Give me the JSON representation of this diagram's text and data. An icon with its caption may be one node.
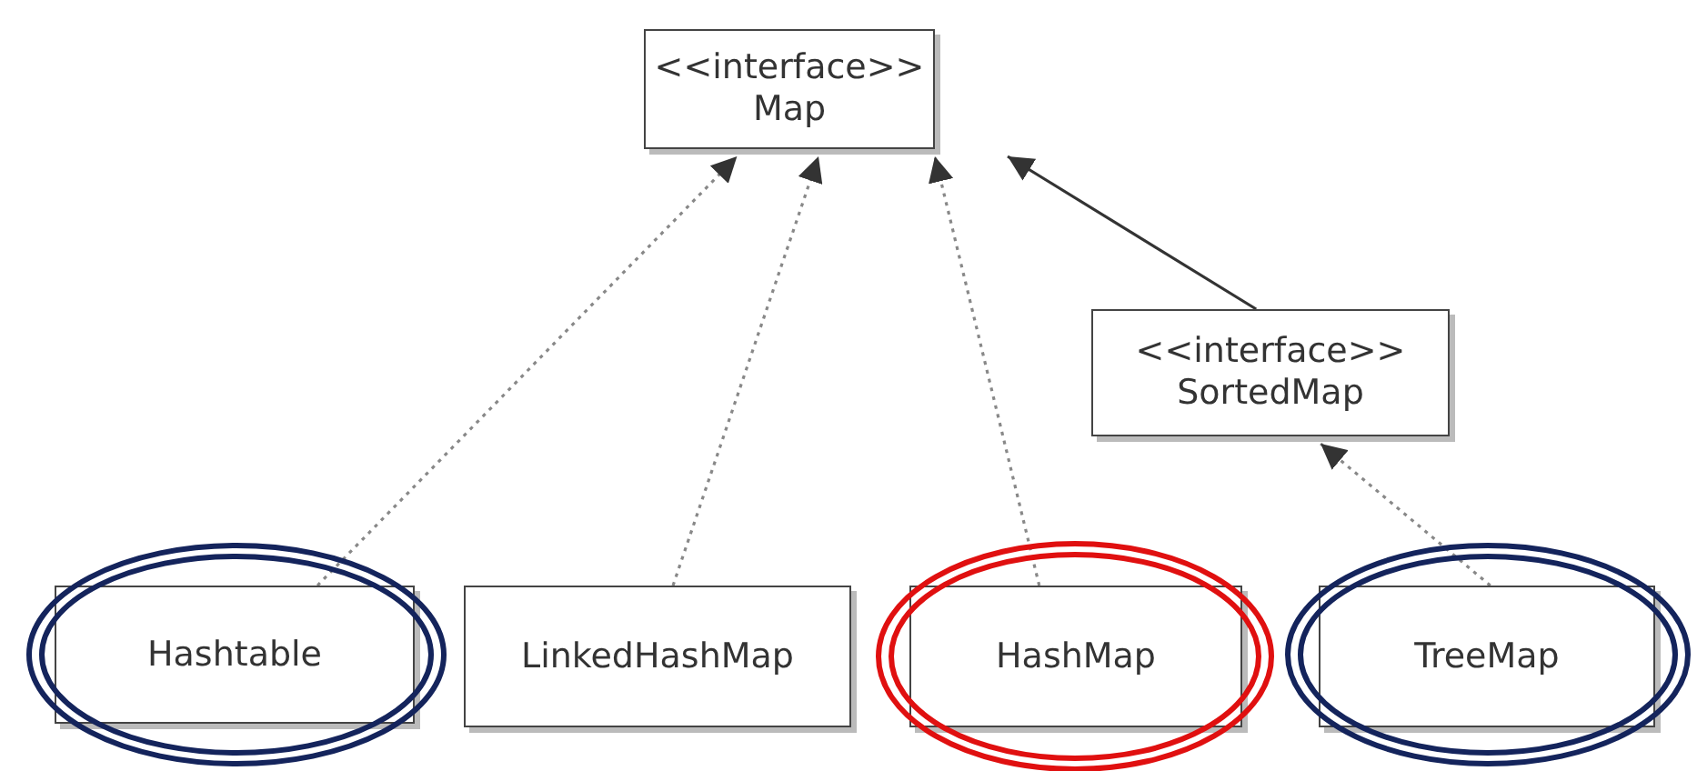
{
  "diagram": {
    "nodes": [
      {
        "text": [
          "<<interface>>",
          "Map"
        ]
      },
      {
        "text": [
          "<<interface>>",
          "SortedMap"
        ]
      },
      {
        "text": [
          "Hashtable"
        ]
      },
      {
        "text": [
          "LinkedHashMap"
        ]
      },
      {
        "text": [
          "HashMap"
        ]
      },
      {
        "text": [
          "TreeMap"
        ]
      }
    ],
    "edges": [
      {
        "from": 2,
        "to": 0,
        "arrow": "to",
        "style": "dashed"
      },
      {
        "from": 3,
        "to": 0,
        "arrow": "to",
        "style": "dashed"
      },
      {
        "from": 4,
        "to": 0,
        "arrow": "to",
        "style": "dashed"
      },
      {
        "from": 1,
        "to": 0,
        "arrow": "to"
      },
      {
        "from": 5,
        "to": 1,
        "arrow": "to",
        "style": "dashed"
      }
    ]
  }
}
